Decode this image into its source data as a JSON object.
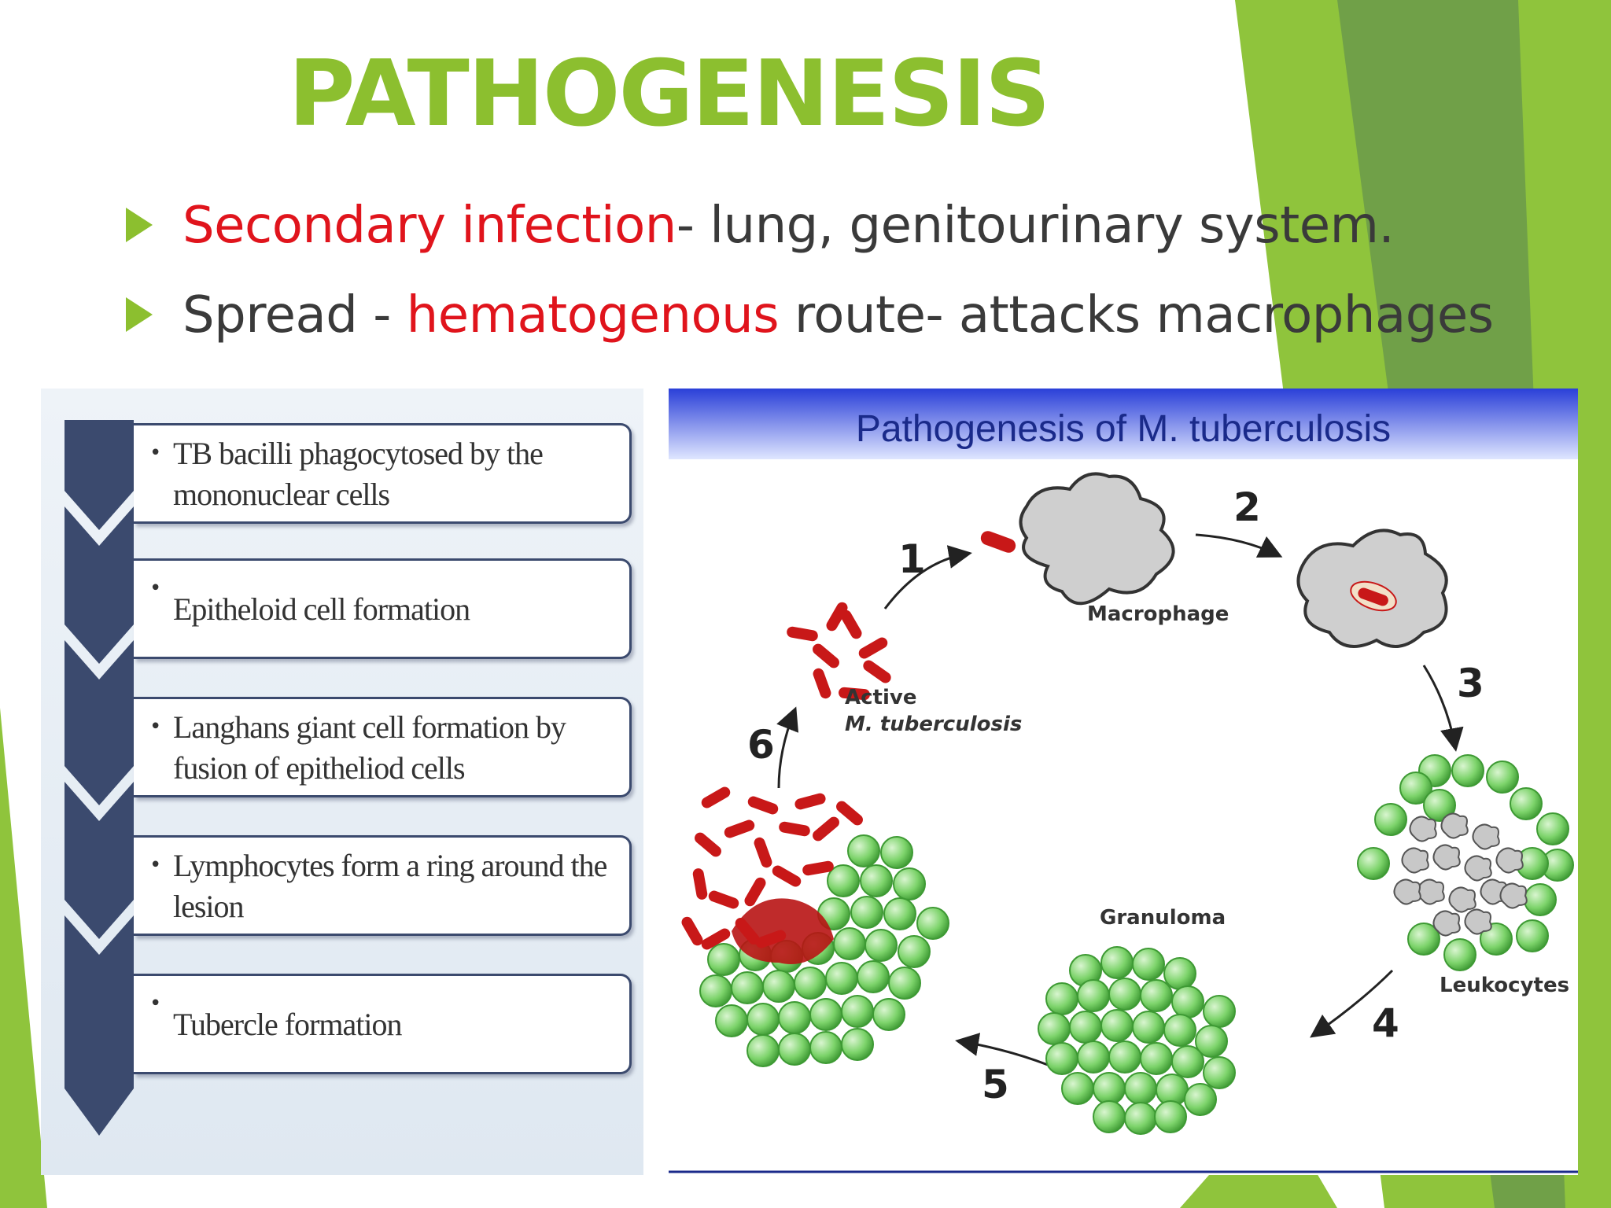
{
  "slide": {
    "title": "PATHOGENESIS",
    "accent_color": "#8cbf2f",
    "highlight_color": "#e0141c",
    "bullets": [
      {
        "highlight": "Secondary infection",
        "rest": "- lung, genitourinary system."
      },
      {
        "lead": "Spread - ",
        "highlight": "hematogenous",
        "rest": " route- attacks macrophages"
      }
    ]
  },
  "flowchart": {
    "steps": [
      "TB bacilli phagocytosed by the mononuclear cells",
      "Epitheloid cell formation",
      "Langhans giant cell formation by fusion of epitheliod cells",
      "Lymphocytes form a ring around the lesion",
      "Tubercle formation"
    ]
  },
  "cycle_diagram": {
    "title": "Pathogenesis of M. tuberculosis",
    "labels": {
      "macrophage": "Macrophage",
      "active_line1": "Active",
      "active_line2": "M. tuberculosis",
      "granuloma": "Granuloma",
      "leukocytes": "Leukocytes"
    },
    "step_numbers": [
      "1",
      "2",
      "3",
      "4",
      "5",
      "6"
    ]
  }
}
